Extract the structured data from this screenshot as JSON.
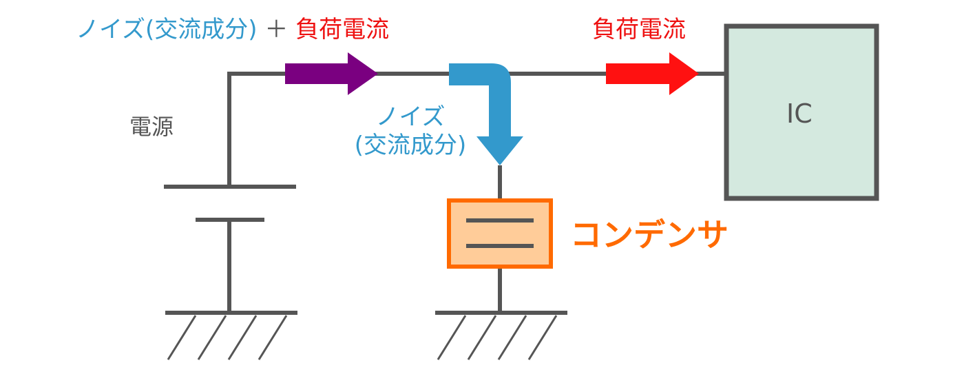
{
  "labels": {
    "noise_ac": "ノイズ(交流成分)",
    "plus": "＋",
    "load_current": "負荷電流",
    "load_current_right": "負荷電流",
    "power_source": "電源",
    "noise_branch_line1": "ノイズ",
    "noise_branch_line2": "(交流成分)",
    "ic": "IC",
    "capacitor": "コンデンサ"
  },
  "colors": {
    "wire": "#555555",
    "noise_plus_load_arrow": "#7a0080",
    "noise_arrow": "#3399cc",
    "load_arrow": "#ff1111",
    "capacitor_fill": "#ffcc99",
    "capacitor_border": "#ff6a00",
    "ic_fill": "#d4e9df",
    "ic_border": "#555555"
  }
}
